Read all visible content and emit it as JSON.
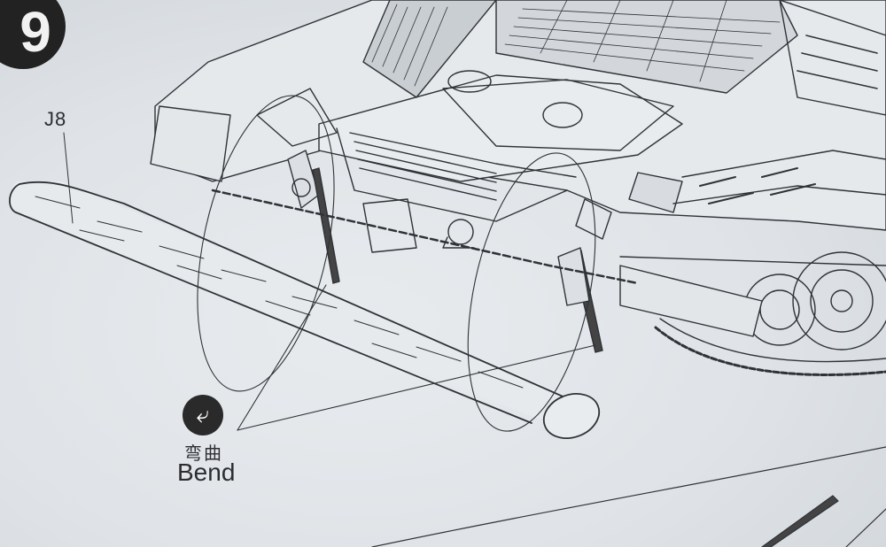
{
  "step": {
    "number": "9"
  },
  "part": {
    "label": "J8"
  },
  "callout": {
    "icon": "bend-arrow-icon",
    "label_cn": "弯曲",
    "label_en": "Bend",
    "icon_glyph": "⤶"
  },
  "colors": {
    "paper": "#dfe3e7",
    "ink": "#2b2d30",
    "badge": "#222222"
  }
}
